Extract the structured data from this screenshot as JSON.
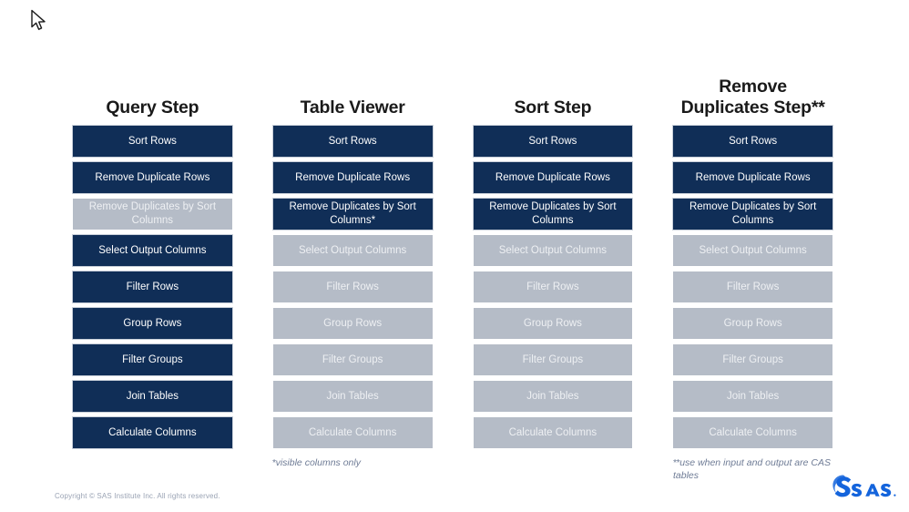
{
  "slide": {
    "columns": [
      {
        "title": "Query Step",
        "rows": [
          {
            "label": "Sort Rows",
            "state": "active"
          },
          {
            "label": "Remove Duplicate Rows",
            "state": "active"
          },
          {
            "label": "Remove Duplicates by Sort Columns",
            "state": "inactive"
          },
          {
            "label": "Select Output Columns",
            "state": "active"
          },
          {
            "label": "Filter Rows",
            "state": "active"
          },
          {
            "label": "Group Rows",
            "state": "active"
          },
          {
            "label": "Filter Groups",
            "state": "active"
          },
          {
            "label": "Join Tables",
            "state": "active"
          },
          {
            "label": "Calculate Columns",
            "state": "active"
          }
        ]
      },
      {
        "title": "Table Viewer",
        "rows": [
          {
            "label": "Sort Rows",
            "state": "active"
          },
          {
            "label": "Remove Duplicate Rows",
            "state": "active"
          },
          {
            "label": "Remove Duplicates by Sort Columns*",
            "state": "active"
          },
          {
            "label": "Select Output Columns",
            "state": "inactive"
          },
          {
            "label": "Filter Rows",
            "state": "inactive"
          },
          {
            "label": "Group Rows",
            "state": "inactive"
          },
          {
            "label": "Filter Groups",
            "state": "inactive"
          },
          {
            "label": "Join Tables",
            "state": "inactive"
          },
          {
            "label": "Calculate Columns",
            "state": "inactive"
          }
        ]
      },
      {
        "title": "Sort Step",
        "rows": [
          {
            "label": "Sort Rows",
            "state": "active"
          },
          {
            "label": "Remove Duplicate Rows",
            "state": "active"
          },
          {
            "label": "Remove Duplicates by Sort Columns",
            "state": "active"
          },
          {
            "label": "Select Output Columns",
            "state": "inactive"
          },
          {
            "label": "Filter Rows",
            "state": "inactive"
          },
          {
            "label": "Group Rows",
            "state": "inactive"
          },
          {
            "label": "Filter Groups",
            "state": "inactive"
          },
          {
            "label": "Join Tables",
            "state": "inactive"
          },
          {
            "label": "Calculate Columns",
            "state": "inactive"
          }
        ]
      },
      {
        "title": "Remove\nDuplicates Step**",
        "rows": [
          {
            "label": "Sort Rows",
            "state": "active"
          },
          {
            "label": "Remove Duplicate Rows",
            "state": "active"
          },
          {
            "label": "Remove Duplicates by Sort Columns",
            "state": "active"
          },
          {
            "label": "Select Output Columns",
            "state": "inactive"
          },
          {
            "label": "Filter Rows",
            "state": "inactive"
          },
          {
            "label": "Group Rows",
            "state": "inactive"
          },
          {
            "label": "Filter Groups",
            "state": "inactive"
          },
          {
            "label": "Join Tables",
            "state": "inactive"
          },
          {
            "label": "Calculate Columns",
            "state": "inactive"
          }
        ]
      }
    ],
    "footnotes": {
      "visible_marker": "*",
      "visible_text": "visible columns only",
      "cas_marker": "**",
      "cas_text": "use when input and output are CAS tables"
    },
    "copyright": "Copyright © SAS Institute Inc. All rights reserved.",
    "logo": {
      "name": "sas-logo",
      "wordmark": "sas"
    },
    "colors": {
      "active_bg": "#102e57",
      "active_text": "#ffffff",
      "inactive_bg": "#b5bcc7",
      "inactive_text": "#eef0f3",
      "title_text": "#1a1a1a",
      "footnote_text": "#6f7c96",
      "copyright_text": "#9aa3b4",
      "logo_blue": "#1464dc"
    }
  }
}
